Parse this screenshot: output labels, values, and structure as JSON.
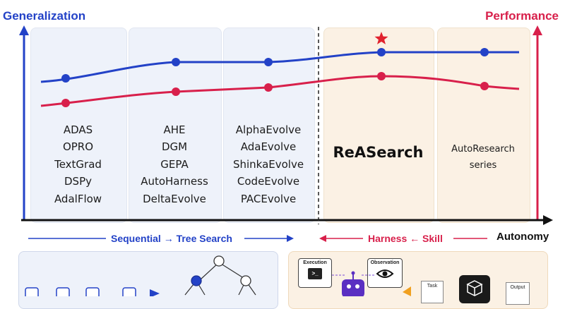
{
  "axis": {
    "left_title": "Generalization",
    "right_title": "Performance",
    "bottom_title": "Autonomy"
  },
  "colors": {
    "blue": "#2342c7",
    "red": "#d8204b",
    "blue_panel": "#eef2fa",
    "beige_panel": "#fbf1e4"
  },
  "columns": [
    {
      "methods": [
        "ADAS",
        "OPRO",
        "TextGrad",
        "DSPy",
        "AdalFlow"
      ]
    },
    {
      "methods": [
        "AHE",
        "DGM",
        "GEPA",
        "AutoHarness",
        "DeltaEvolve"
      ]
    },
    {
      "methods": [
        "AlphaEvolve",
        "AdaEvolve",
        "ShinkaEvolve",
        "CodeEvolve",
        "PACEvolve"
      ]
    },
    {
      "highlight": "ReASearch"
    },
    {
      "methods": [
        "AutoResearch",
        "series"
      ]
    }
  ],
  "bottom_bar": {
    "left_a": "Sequential",
    "left_b": "Tree Search",
    "right_a": "Harness",
    "right_b": "Skill",
    "arrow_right": "→",
    "arrow_left": "←"
  },
  "preview": {
    "execution": "Execution",
    "observation": "Observation",
    "task": "Task",
    "output": "Output"
  },
  "icons": {
    "star": "star-icon",
    "terminal": "terminal-icon",
    "eye": "eye-icon",
    "robot": "robot-icon",
    "cube": "cube-icon"
  }
}
